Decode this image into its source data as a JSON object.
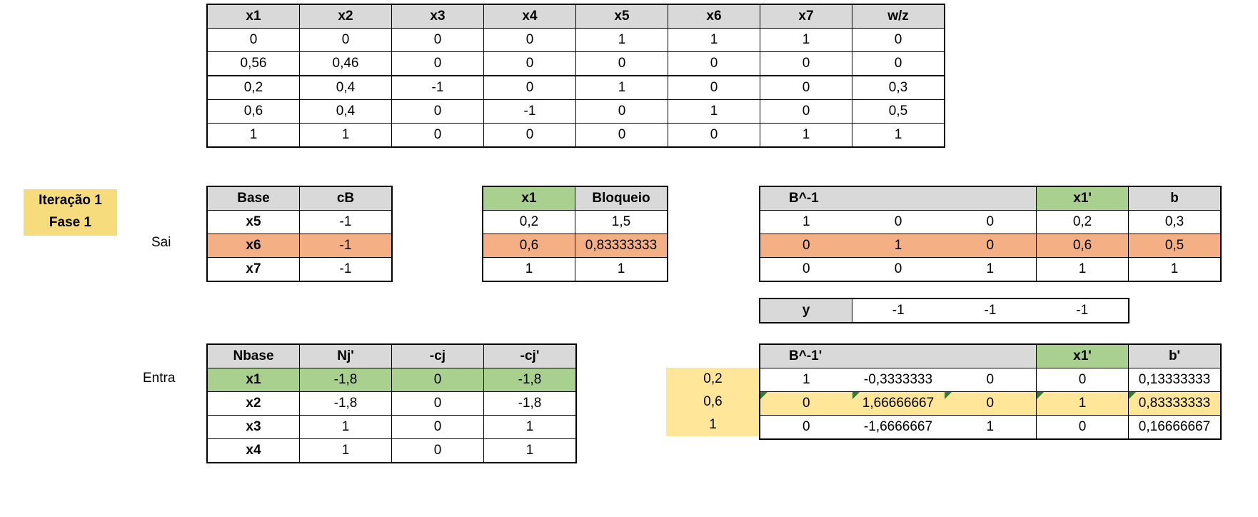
{
  "top_table": {
    "headers": [
      "x1",
      "x2",
      "x3",
      "x4",
      "x5",
      "x6",
      "x7",
      "w/z"
    ],
    "rows": [
      [
        "0",
        "0",
        "0",
        "0",
        "1",
        "1",
        "1",
        "0"
      ],
      [
        "0,56",
        "0,46",
        "0",
        "0",
        "0",
        "0",
        "0",
        "0"
      ],
      [
        "0,2",
        "0,4",
        "-1",
        "0",
        "1",
        "0",
        "0",
        "0,3"
      ],
      [
        "0,6",
        "0,4",
        "0",
        "-1",
        "0",
        "1",
        "0",
        "0,5"
      ],
      [
        "1",
        "1",
        "0",
        "0",
        "0",
        "0",
        "1",
        "1"
      ]
    ]
  },
  "iteration": {
    "line1": "Iteração 1",
    "line2": "Fase 1"
  },
  "labels": {
    "sai": "Sai",
    "entra": "Entra"
  },
  "base_table": {
    "headers": [
      "Base",
      "cB"
    ],
    "rows": [
      [
        "x5",
        "-1"
      ],
      [
        "x6",
        "-1"
      ],
      [
        "x7",
        "-1"
      ]
    ]
  },
  "bloqueio_table": {
    "headers": [
      "x1",
      "Bloqueio"
    ],
    "rows": [
      [
        "0,2",
        "1,5"
      ],
      [
        "0,6",
        "0,83333333"
      ],
      [
        "1",
        "1"
      ]
    ]
  },
  "binv_table": {
    "headers": [
      "B^-1",
      "x1'",
      "b"
    ],
    "rows": [
      [
        "1",
        "0",
        "0",
        "0,2",
        "0,3"
      ],
      [
        "0",
        "1",
        "0",
        "0,6",
        "0,5"
      ],
      [
        "0",
        "0",
        "1",
        "1",
        "1"
      ]
    ]
  },
  "y_table": {
    "label": "y",
    "values": [
      "-1",
      "-1",
      "-1"
    ]
  },
  "nbase_table": {
    "headers": [
      "Nbase",
      "Nj'",
      "-cj",
      "-cj'"
    ],
    "rows": [
      [
        "x1",
        "-1,8",
        "0",
        "-1,8"
      ],
      [
        "x2",
        "-1,8",
        "0",
        "-1,8"
      ],
      [
        "x3",
        "1",
        "0",
        "1"
      ],
      [
        "x4",
        "1",
        "0",
        "1"
      ]
    ]
  },
  "binv2_leftcol": [
    "0,2",
    "0,6",
    "1"
  ],
  "binv2_table": {
    "headers": [
      "B^-1'",
      "x1'",
      "b'"
    ],
    "rows": [
      [
        "1",
        "-0,3333333",
        "0",
        "0",
        "0,13333333"
      ],
      [
        "0",
        "1,66666667",
        "0",
        "1",
        "0,83333333"
      ],
      [
        "0",
        "-1,6666667",
        "1",
        "0",
        "0,16666667"
      ]
    ]
  },
  "colors": {
    "header_gray": "#d9d9d9",
    "entering_green": "#a9d08e",
    "leaving_orange": "#f4b084",
    "highlight_yellow": "#ffe699",
    "iteration_yellow": "#f7dc7e"
  }
}
